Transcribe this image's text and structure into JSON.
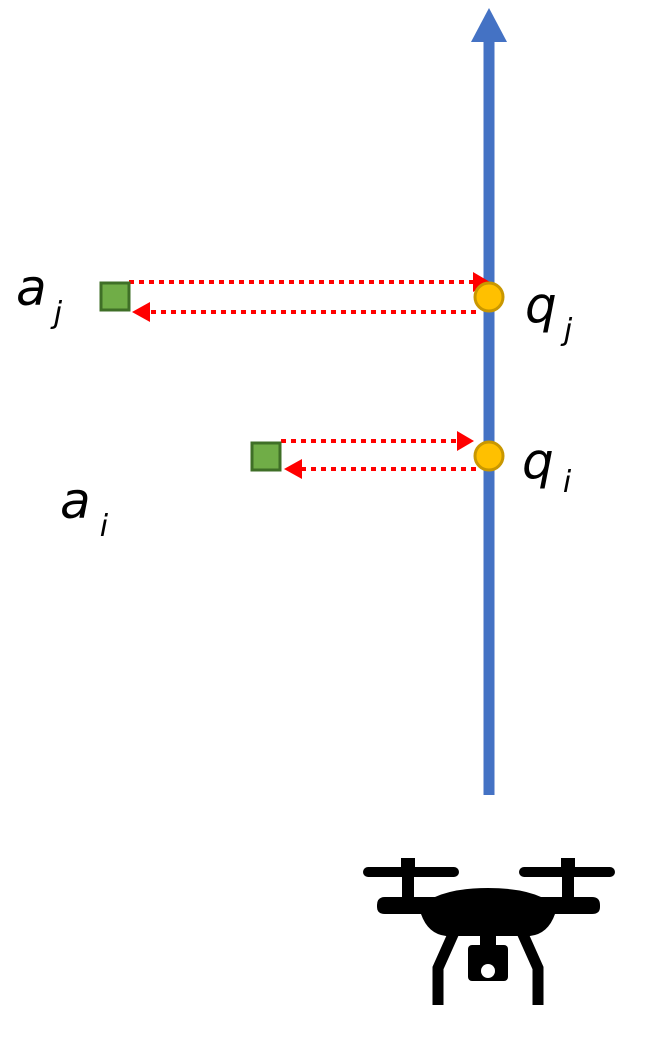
{
  "colors": {
    "axis": "#4472C4",
    "arrow": "#FF0000",
    "anchor_fill": "#70AD47",
    "anchor_stroke": "#3F6F27",
    "query_fill": "#FFC000",
    "query_stroke": "#C99700",
    "drone": "#000000"
  },
  "icons": {
    "drone": "drone-icon"
  },
  "labels": {
    "a_j": {
      "base": "a",
      "sub": "j"
    },
    "a_i": {
      "base": "a",
      "sub": "i"
    },
    "q_j": {
      "base": "q",
      "sub": "j"
    },
    "q_i": {
      "base": "q",
      "sub": "i"
    }
  }
}
